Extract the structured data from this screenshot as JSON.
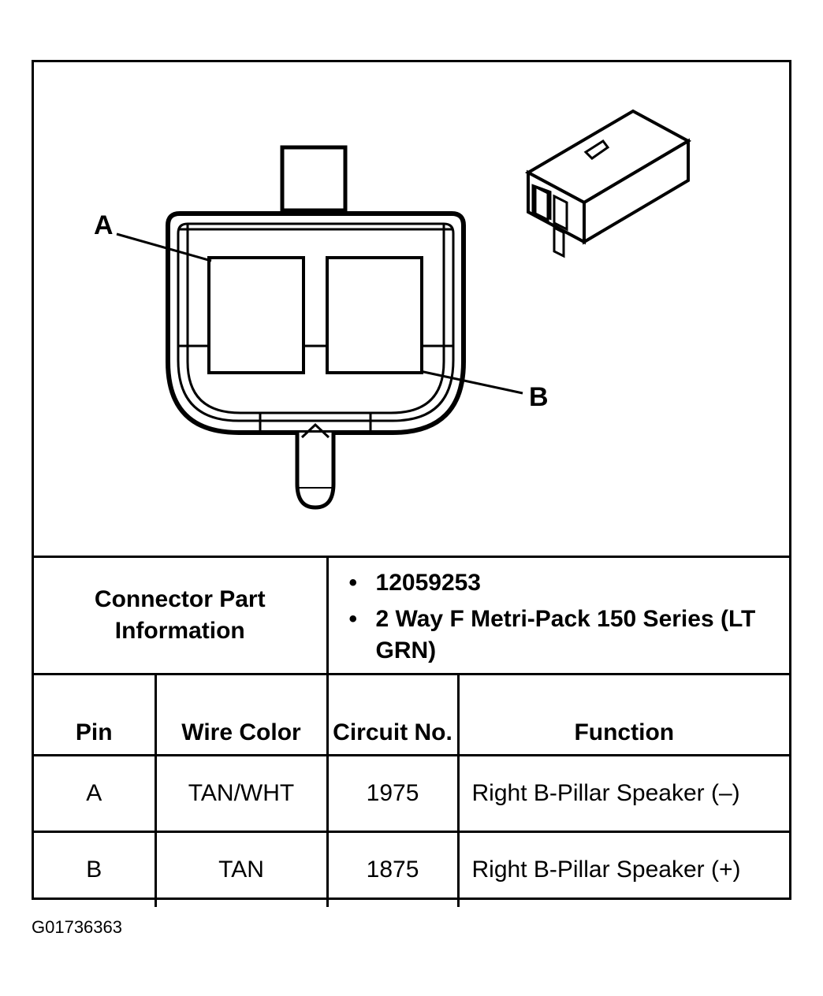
{
  "diagram": {
    "pin_labels": [
      "A",
      "B"
    ]
  },
  "part_info": {
    "label": "Connector Part Information",
    "items": [
      "12059253",
      "2 Way F Metri-Pack 150 Series (LT GRN)"
    ]
  },
  "pin_table": {
    "headers": {
      "pin": "Pin",
      "wire_color": "Wire Color",
      "circuit_no": "Circuit No.",
      "function": "Function"
    },
    "rows": [
      {
        "pin": "A",
        "wire_color": "TAN/WHT",
        "circuit_no": "1975",
        "function": "Right B-Pillar Speaker (–)"
      },
      {
        "pin": "B",
        "wire_color": "TAN",
        "circuit_no": "1875",
        "function": "Right B-Pillar Speaker (+)"
      }
    ]
  },
  "figure_id": "G01736363"
}
